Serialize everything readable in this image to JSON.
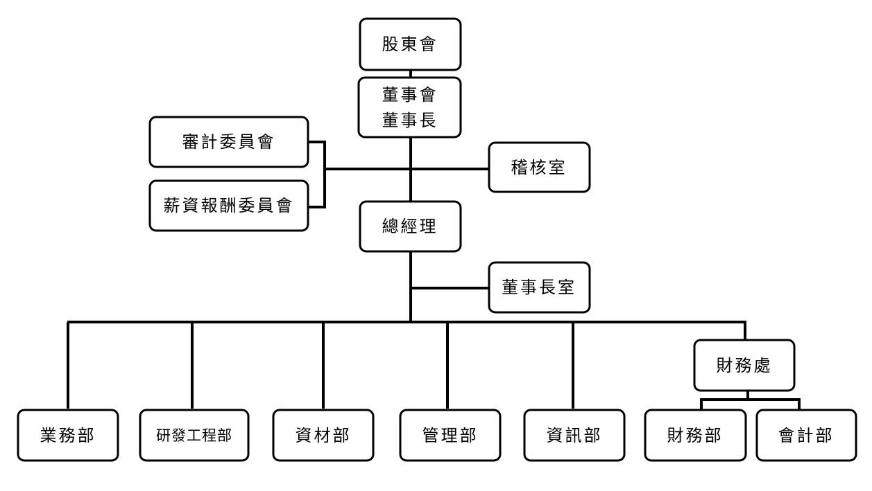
{
  "nodes": {
    "shareholders": "股東會",
    "board": "董事會",
    "chairman": "董事長",
    "audit_committee": "審計委員會",
    "compensation_committee": "薪資報酬委員會",
    "internal_audit": "稽核室",
    "general_manager": "總經理",
    "chairman_office": "董事長室",
    "sales": "業務部",
    "rnd": "研發工程部",
    "materials": "資材部",
    "management": "管理部",
    "it": "資訊部",
    "finance_division": "財務處",
    "finance_dept": "財務部",
    "accounting": "會計部"
  }
}
